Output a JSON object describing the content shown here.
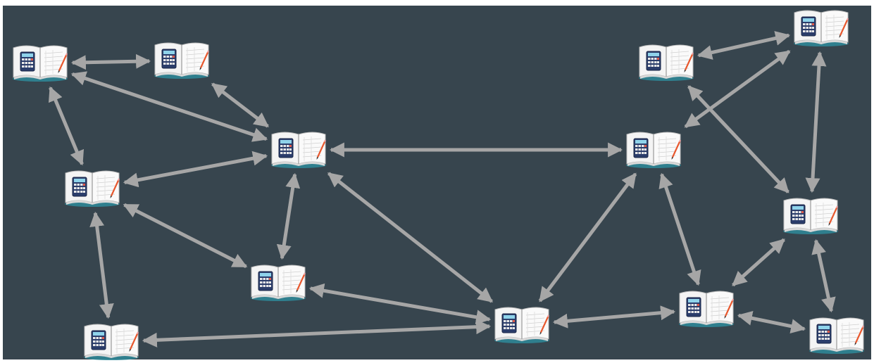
{
  "diagram": {
    "background": "#37454e",
    "edge_color": "#a6a6a6",
    "node_icon": "ledger-book-calculator-pencil-icon",
    "nodes": [
      {
        "id": "n1"
      },
      {
        "id": "n2"
      },
      {
        "id": "n3"
      },
      {
        "id": "n4"
      },
      {
        "id": "n5"
      },
      {
        "id": "n6"
      },
      {
        "id": "n7"
      },
      {
        "id": "n8"
      },
      {
        "id": "n9"
      },
      {
        "id": "n10"
      },
      {
        "id": "n11"
      },
      {
        "id": "n12"
      },
      {
        "id": "n13"
      },
      {
        "id": "n14"
      }
    ],
    "edges": [
      {
        "from": "n1",
        "to": "n2",
        "bidirectional": true
      },
      {
        "from": "n1",
        "to": "n3",
        "bidirectional": true
      },
      {
        "from": "n1",
        "to": "n4",
        "bidirectional": true
      },
      {
        "from": "n2",
        "to": "n3",
        "bidirectional": true
      },
      {
        "from": "n3",
        "to": "n4",
        "bidirectional": true
      },
      {
        "from": "n3",
        "to": "n5",
        "bidirectional": true
      },
      {
        "from": "n3",
        "to": "n7",
        "bidirectional": true
      },
      {
        "from": "n3",
        "to": "n8",
        "bidirectional": true
      },
      {
        "from": "n4",
        "to": "n5",
        "bidirectional": true
      },
      {
        "from": "n4",
        "to": "n6",
        "bidirectional": true
      },
      {
        "from": "n5",
        "to": "n7",
        "bidirectional": true
      },
      {
        "from": "n7",
        "to": "n6",
        "bidirectional": true
      },
      {
        "from": "n7",
        "to": "n8",
        "bidirectional": true
      },
      {
        "from": "n7",
        "to": "n12",
        "bidirectional": true
      },
      {
        "from": "n8",
        "to": "n10",
        "bidirectional": true
      },
      {
        "from": "n8",
        "to": "n12",
        "bidirectional": true
      },
      {
        "from": "n9",
        "to": "n10",
        "bidirectional": true
      },
      {
        "from": "n9",
        "to": "n11",
        "bidirectional": true
      },
      {
        "from": "n10",
        "to": "n11",
        "bidirectional": true
      },
      {
        "from": "n11",
        "to": "n12",
        "bidirectional": true
      },
      {
        "from": "n11",
        "to": "n13",
        "bidirectional": true
      },
      {
        "from": "n12",
        "to": "n13",
        "bidirectional": true
      }
    ]
  }
}
